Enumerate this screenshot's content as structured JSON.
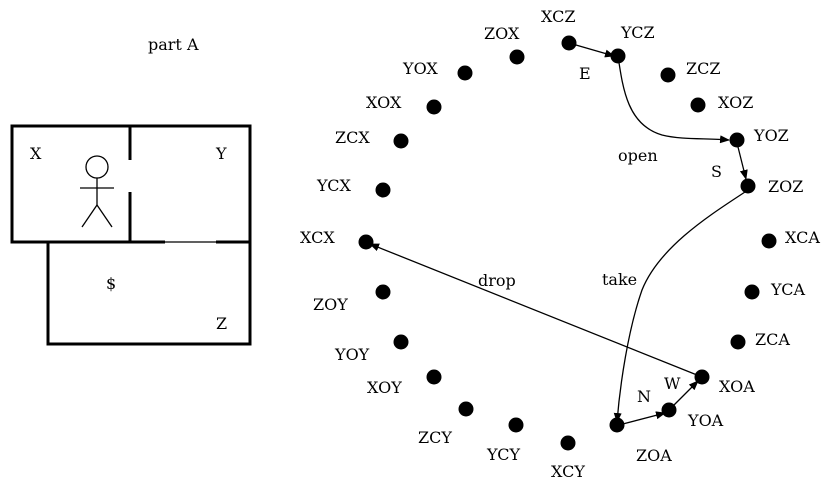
{
  "part_label": "part A",
  "rooms": {
    "x": "X",
    "y": "Y",
    "z": "Z",
    "money": "$"
  },
  "states": [
    {
      "id": "xcz",
      "label": "XCZ"
    },
    {
      "id": "ycz",
      "label": "YCZ"
    },
    {
      "id": "zcz",
      "label": "ZCZ"
    },
    {
      "id": "xoz",
      "label": "XOZ"
    },
    {
      "id": "yoz",
      "label": "YOZ"
    },
    {
      "id": "zoz",
      "label": "ZOZ"
    },
    {
      "id": "xca",
      "label": "XCA"
    },
    {
      "id": "yca",
      "label": "YCA"
    },
    {
      "id": "zca",
      "label": "ZCA"
    },
    {
      "id": "xoa",
      "label": "XOA"
    },
    {
      "id": "yoa",
      "label": "YOA"
    },
    {
      "id": "zoa",
      "label": "ZOA"
    },
    {
      "id": "xcy",
      "label": "XCY"
    },
    {
      "id": "ycy",
      "label": "YCY"
    },
    {
      "id": "zcy",
      "label": "ZCY"
    },
    {
      "id": "xoy",
      "label": "XOY"
    },
    {
      "id": "yoy",
      "label": "YOY"
    },
    {
      "id": "zoy",
      "label": "ZOY"
    },
    {
      "id": "xcx",
      "label": "XCX"
    },
    {
      "id": "ycx",
      "label": "YCX"
    },
    {
      "id": "zcx",
      "label": "ZCX"
    },
    {
      "id": "xox",
      "label": "XOX"
    },
    {
      "id": "yox",
      "label": "YOX"
    },
    {
      "id": "zox",
      "label": "ZOX"
    }
  ],
  "transitions": [
    {
      "id": "e",
      "from": "XCZ",
      "to": "YCZ",
      "label": "E"
    },
    {
      "id": "open",
      "from": "YCZ",
      "to": "YOZ",
      "label": "open"
    },
    {
      "id": "s",
      "from": "YOZ",
      "to": "ZOZ",
      "label": "S"
    },
    {
      "id": "take",
      "from": "ZOZ",
      "to": "ZOA",
      "label": "take"
    },
    {
      "id": "n",
      "from": "ZOA",
      "to": "YOA",
      "label": "N"
    },
    {
      "id": "w",
      "from": "YOA",
      "to": "XOA",
      "label": "W"
    },
    {
      "id": "drop",
      "from": "XOA",
      "to": "XCX",
      "label": "drop"
    }
  ]
}
